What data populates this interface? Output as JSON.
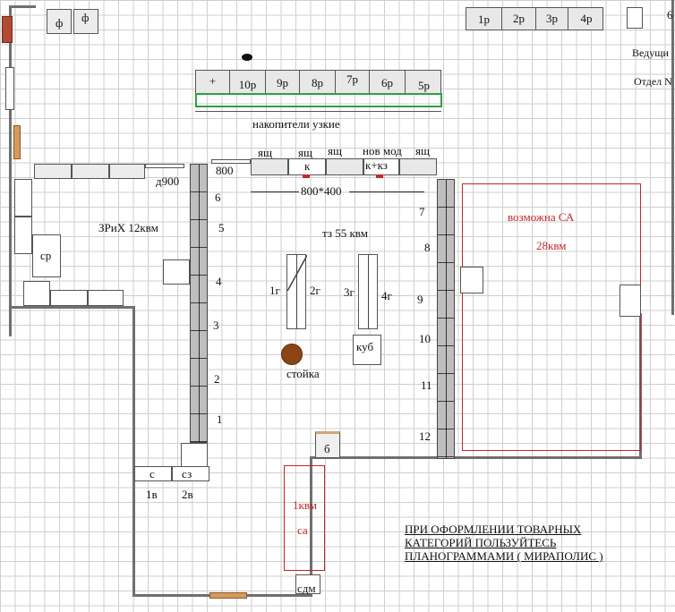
{
  "top_cabinets": {
    "left1": "ф",
    "left2": "ф"
  },
  "top_right_racks": [
    "1р",
    "2р",
    "3р",
    "4р"
  ],
  "right_labels": {
    "vedushi": "Ведущи",
    "otdel": "Отдел N",
    "corner_digit": "6"
  },
  "narrow_racks": {
    "cells": [
      "+",
      "10р",
      "9р",
      "8р",
      "7р",
      "6р",
      "5р"
    ],
    "caption": "накопители узкие"
  },
  "top_boxes": {
    "yashch1": "ящ",
    "yashch_k_top": "ящ",
    "yashch_k_bottom": "к",
    "yashch3": "ящ",
    "nov_mod": "нов мод",
    "k_kz": "к+кз",
    "yashch5": "ящ",
    "label_800": "800",
    "label_800x400": "800*400",
    "label_d900": "д900"
  },
  "zones": {
    "zrih": "ЗРиХ 12квм",
    "tz": "тз 55 квм",
    "ca_possible_line1": "возможна СА",
    "ca_possible_line2": "28квм",
    "ca_small_line1": "1квм",
    "ca_small_line2": "са"
  },
  "left_items": {
    "sr": "ср"
  },
  "left_column_numbers": [
    "6",
    "5",
    "4",
    "3",
    "2",
    "1"
  ],
  "right_column_numbers": [
    "7",
    "8",
    "9",
    "10",
    "11",
    "12"
  ],
  "islands": {
    "g1": "1г",
    "g2": "2г",
    "g3": "3г",
    "g4": "4г",
    "kub": "куб",
    "stoika": "стойка"
  },
  "bottom_items": {
    "c": "с",
    "sz": "сз",
    "v1": "1в",
    "v2": "2в",
    "b": "б",
    "sdm": "сдм"
  },
  "notice": {
    "line1": "ПРИ ОФОРМЛЕНИИ ТОВАРНЫХ",
    "line2": "КАТЕГОРИЙ ПОЛЬЗУЙТЕСЬ",
    "line3": "ПЛАНОГРАММАМИ ( МИРАПОЛИС )"
  },
  "colors": {
    "red": "#c0262c",
    "green": "#2ea043",
    "brown": "#8b4513",
    "wall": "#6f6f6f"
  }
}
